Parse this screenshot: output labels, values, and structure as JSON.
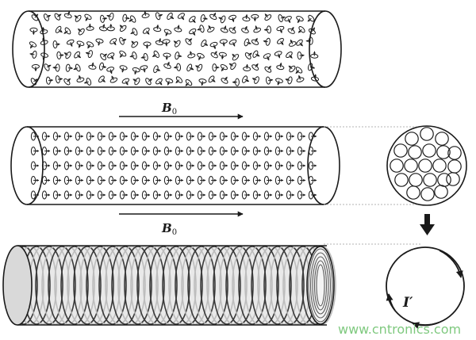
{
  "labels": {
    "field_top": "B",
    "field_top_sub": "0",
    "field_bottom": "B",
    "field_bottom_sub": "0",
    "current": "I′"
  },
  "watermark": "www.cntronics.com",
  "colors": {
    "ink": "#1a1a1a",
    "coil_dark": "#3a3a3a",
    "coil_light": "#bdbdbd",
    "watermark": "#7fc97f"
  }
}
